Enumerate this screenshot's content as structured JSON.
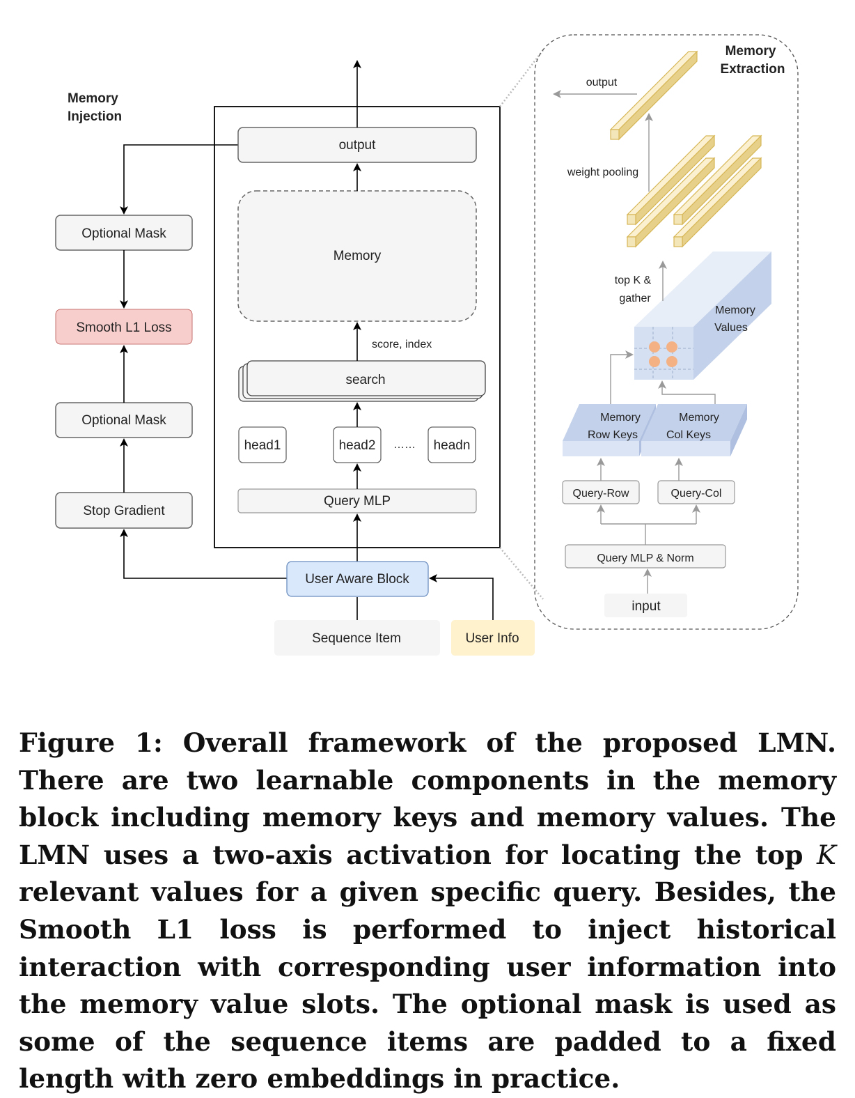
{
  "figure": {
    "memory_injection_title": [
      "Memory",
      "Injection"
    ],
    "memory_extraction_title": [
      "Memory",
      "Extraction"
    ],
    "left_column": {
      "optional_mask_top": "Optional Mask",
      "smooth_l1_loss": "Smooth L1 Loss",
      "optional_mask_bottom": "Optional Mask",
      "stop_gradient": "Stop Gradient"
    },
    "memory_block": {
      "output": "output",
      "memory": "Memory",
      "score_index": "score, index",
      "search": "search",
      "head1": "head1",
      "head2": "head2",
      "ellipsis": "……",
      "headn": "headn",
      "query_mlp": "Query MLP"
    },
    "inputs": {
      "user_aware_block": "User Aware Block",
      "sequence_item": "Sequence Item",
      "user_info": "User Info"
    },
    "extraction": {
      "output": "output",
      "weight_pooling": "weight pooling",
      "top_k_gather": [
        "top K &",
        "gather"
      ],
      "memory_values": [
        "Memory",
        "Values"
      ],
      "memory_row_keys": [
        "Memory",
        "Row Keys"
      ],
      "memory_col_keys": [
        "Memory",
        "Col Keys"
      ],
      "query_row": "Query-Row",
      "query_col": "Query-Col",
      "query_mlp_norm": "Query MLP & Norm",
      "input": "input"
    },
    "colors": {
      "box_fill": "#f5f5f5",
      "loss_fill": "#f8cecc",
      "user_aware_fill": "#dae8fc",
      "user_info_fill": "#fff2cc",
      "value_bar_fill": "#f3e6b8",
      "memory_cube_fill": "#d5e0f2",
      "orange_dot": "#f4b183"
    }
  },
  "caption": {
    "label": "Figure 1:",
    "text_before_k": " Overall framework of the proposed LMN. There are two learnable components in the memory block including memory keys and memory values. The LMN uses a two-axis activation for locating the top ",
    "k": "K",
    "text_after_k": " relevant values for a given specific query. Besides, the Smooth L1 loss is performed to inject historical interaction with corresponding user infor­mation into the memory value slots. The optional mask is used as some of the sequence items are padded to a fixed length with zero embeddings in practice."
  }
}
